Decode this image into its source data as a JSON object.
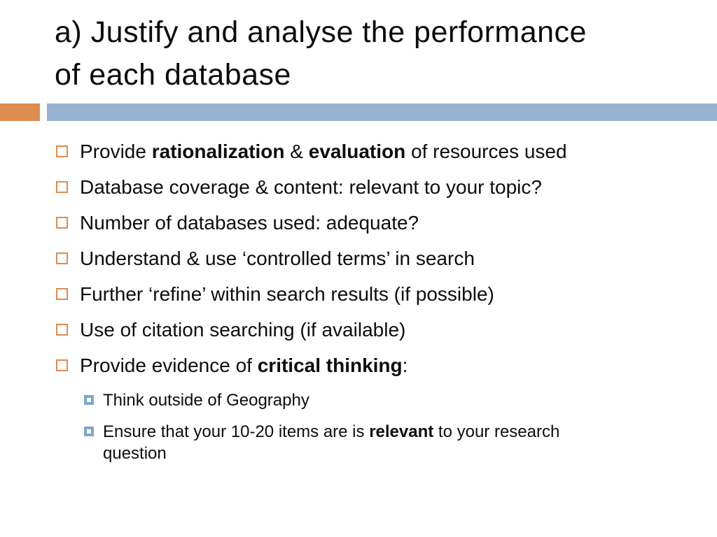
{
  "title": {
    "lines": [
      "a) Justify and analyse the performance",
      "of each database"
    ]
  },
  "colors": {
    "orange": "#de8c50",
    "band_blue": "#95b3d1",
    "marker_blue": "#7fa7ca",
    "title_text": "#0b0b0b"
  },
  "bullets": [
    {
      "level": 1,
      "segments": [
        {
          "text": "Provide ",
          "bold": false
        },
        {
          "text": "rationalization",
          "bold": true
        },
        {
          "text": " & ",
          "bold": false
        },
        {
          "text": "evaluation",
          "bold": true
        },
        {
          "text": " of resources used",
          "bold": false
        }
      ]
    },
    {
      "level": 1,
      "segments": [
        {
          "text": "Database coverage & content: relevant to your topic?",
          "bold": false
        }
      ]
    },
    {
      "level": 1,
      "segments": [
        {
          "text": "Number of databases used: adequate?",
          "bold": false
        }
      ]
    },
    {
      "level": 1,
      "segments": [
        {
          "text": "Understand & use ‘controlled terms’ in search",
          "bold": false
        }
      ]
    },
    {
      "level": 1,
      "segments": [
        {
          "text": "Further ‘refine’ within search results (if possible)",
          "bold": false
        }
      ]
    },
    {
      "level": 1,
      "segments": [
        {
          "text": "Use of citation searching (if available)",
          "bold": false
        }
      ]
    },
    {
      "level": 1,
      "segments": [
        {
          "text": "Provide evidence of ",
          "bold": false
        },
        {
          "text": "critical thinking",
          "bold": true
        },
        {
          "text": ":",
          "bold": false
        }
      ]
    },
    {
      "level": 2,
      "segments": [
        {
          "text": "Think outside of Geography",
          "bold": false
        }
      ]
    },
    {
      "level": 2,
      "segments": [
        {
          "text": "Ensure that your 10-20 items are is ",
          "bold": false
        },
        {
          "text": "relevant",
          "bold": true
        },
        {
          "text": " to your research question",
          "bold": false
        }
      ]
    }
  ]
}
